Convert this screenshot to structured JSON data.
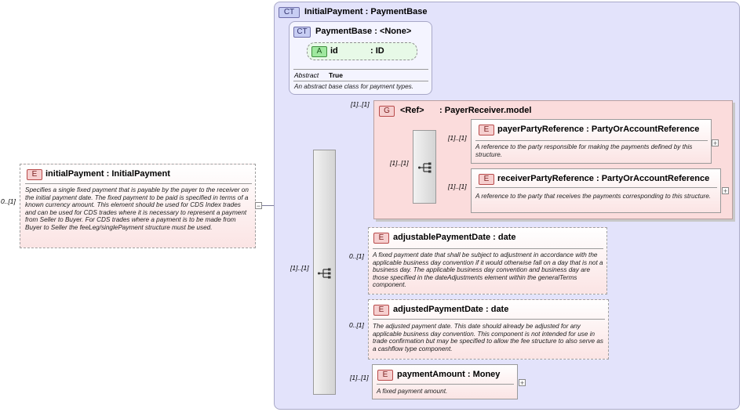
{
  "root": {
    "cardinality": "0..[1]",
    "badge": "E",
    "name": "initialPayment",
    "type": "InitialPayment",
    "description": "Specifies a single fixed payment that is payable by the payer to the receiver on the initial payment date. The fixed payment to be paid is specified in terms of a known currency amount. This element should be used for CDS Index trades and can be used for CDS trades where it is necessary to represent a payment from Seller to Buyer. For CDS trades where a payment is to be made from Buyer to Seller the feeLeg/singlePayment structure must be used."
  },
  "complex_type": {
    "badge": "CT",
    "name": "InitialPayment",
    "base": "PaymentBase"
  },
  "base_type": {
    "badge": "CT",
    "name": "PaymentBase",
    "base": "<None>",
    "attribute": {
      "badge": "A",
      "name": "id",
      "type": "ID"
    },
    "abstract_label": "Abstract",
    "abstract_value": "True",
    "description": "An abstract base class for payment types."
  },
  "sequence_cardinality": "[1]..[1]",
  "group": {
    "cardinality": "[1]..[1]",
    "badge": "G",
    "name": "<Ref>",
    "type": "PayerReceiver.model",
    "sequence_cardinality": "[1]..[1]",
    "elements": [
      {
        "cardinality": "[1]..[1]",
        "badge": "E",
        "name": "payerPartyReference",
        "type": "PartyOrAccountReference",
        "description": "A reference to the party responsible for making the payments defined by this structure."
      },
      {
        "cardinality": "[1]..[1]",
        "badge": "E",
        "name": "receiverPartyReference",
        "type": "PartyOrAccountReference",
        "description": "A reference to the party that receives the payments corresponding to this structure."
      }
    ]
  },
  "elements": [
    {
      "cardinality": "0..[1]",
      "badge": "E",
      "name": "adjustablePaymentDate",
      "type": "date",
      "description": "A fixed payment date that shall be subject to adjustment in accordance with the applicable business day convention if it would otherwise fall on a day that is not a business day. The applicable business day convention and business day are those specified in the dateAdjustments element within the generalTerms component."
    },
    {
      "cardinality": "0..[1]",
      "badge": "E",
      "name": "adjustedPaymentDate",
      "type": "date",
      "description": "The adjusted payment date. This date should already be adjusted for any applicable business day convention. This component is not intended for use in trade confirmation but may be specified to allow the fee structure to also serve as a cashflow type component."
    },
    {
      "cardinality": "[1]..[1]",
      "badge": "E",
      "name": "paymentAmount",
      "type": "Money",
      "description": "A fixed payment amount."
    }
  ]
}
